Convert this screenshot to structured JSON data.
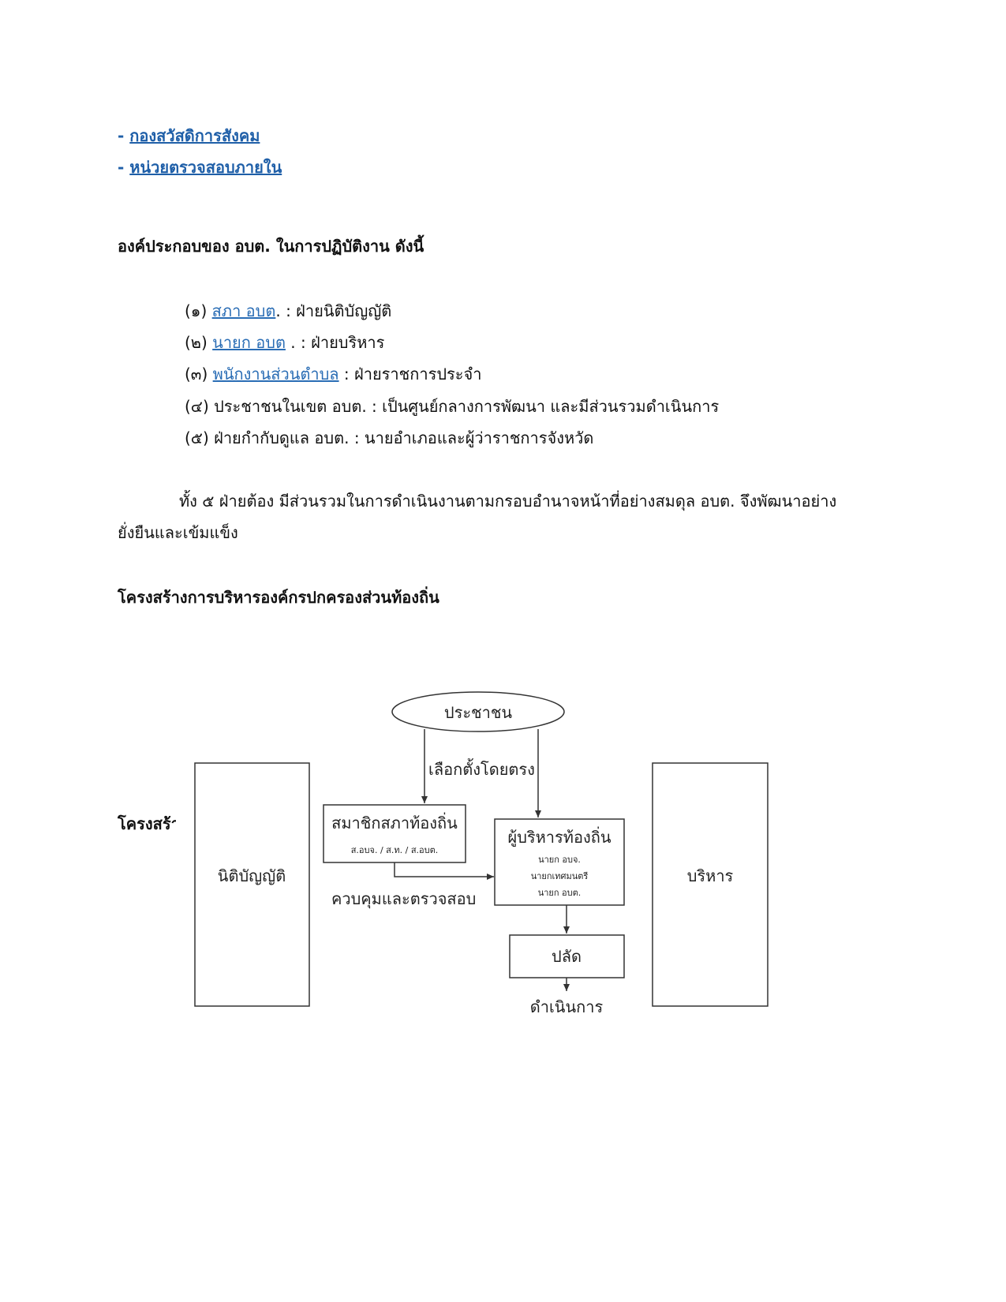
{
  "links": [
    {
      "prefix": "- ",
      "label": "กองสวัสดิการสังคม"
    },
    {
      "prefix": "- ",
      "label": "หน่วยตรวจสอบภายใน"
    }
  ],
  "section_heading": "องค์ประกอบของ อบต. ในการปฏิบัติงาน ดังนี้",
  "items": [
    {
      "num": "(๑) ",
      "link": "สภา อบต",
      "rest": ". : ฝ่ายนิติบัญญัติ"
    },
    {
      "num": "(๒) ",
      "link": "นายก อบต",
      "rest": " . : ฝ่ายบริหาร"
    },
    {
      "num": "(๓) ",
      "link": "พนักงานส่วนตำบล",
      "rest": " : ฝ่ายราชการประจำ"
    },
    {
      "num": "(๔) ",
      "link": "",
      "rest": "ประชาชนในเขต อบต. : เป็นศูนย์กลางการพัฒนา และมีส่วนรวมดำเนินการ"
    },
    {
      "num": "(๕) ",
      "link": "",
      "rest": "ฝ่ายกำกับดูแล อบต. : นายอำเภอและผู้ว่าราชการจังหวัด"
    }
  ],
  "paragraph": {
    "line1": "ทั้ง ๕ ฝ่ายต้อง มีส่วนรวมในการดำเนินงานตามกรอบอำนาจหน้าที่อย่างสมดุล อบต. จึงพัฒนาอย่าง",
    "line2": "ยั่งยืนและเข้มแข็ง"
  },
  "structure_heading": "โครงสร้างการบริหารองค์กรปกครองส่วนท้องถิ่น",
  "cut_text": "โครงสร้าง",
  "diagram": {
    "people": "ประชาชน",
    "direct_election": "เลือกตั้งโดยตรง",
    "council_title": "สมาชิกสภาท้องถิ่น",
    "council_sub": "ส.อบจ. / ส.ท. / ส.อบต.",
    "legislative": "นิติบัญญัติ",
    "control": "ควบคุมและตรวจสอบ",
    "executive_title": "ผู้บริหารท้องถิ่น",
    "executive_sub": [
      "นายก อบจ.",
      "นายกเทศมนตรี",
      "นายก อบต."
    ],
    "administration": "บริหาร",
    "clerk": "ปลัด",
    "operate": "ดำเนินการ"
  }
}
